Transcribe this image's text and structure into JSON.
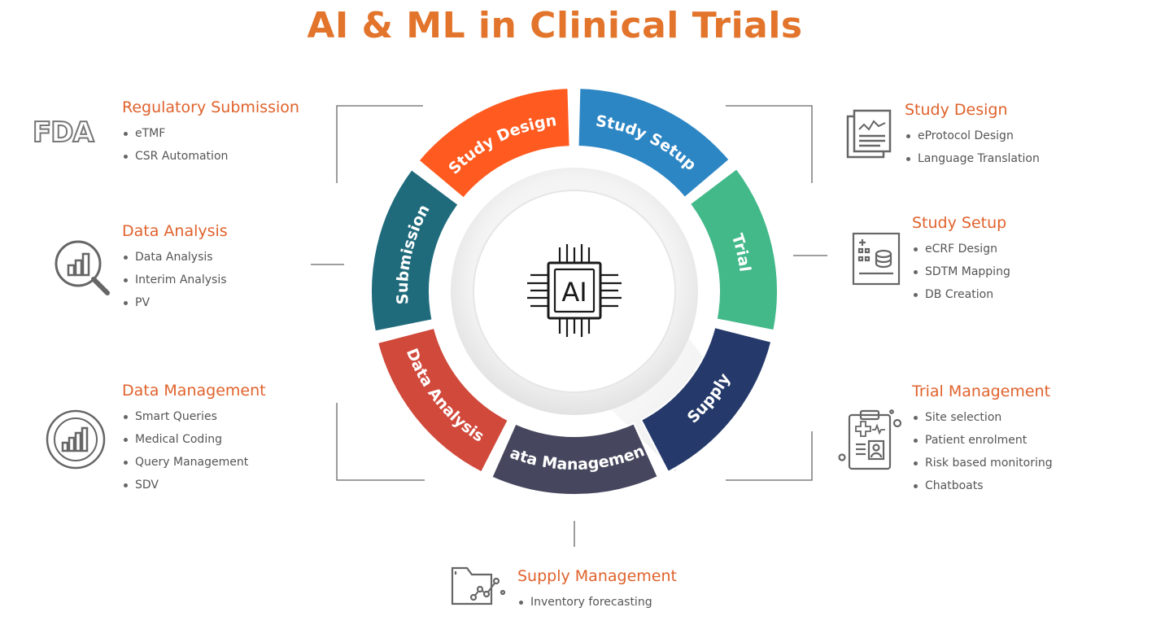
{
  "title": "AI & ML in Clinical Trials",
  "center": {
    "label": "AI",
    "icon": "ai-chip-icon"
  },
  "segments": [
    {
      "label": "Submission",
      "color": "#1f6b7c"
    },
    {
      "label": "Study Design",
      "color": "#ff5a1f"
    },
    {
      "label": "Study Setup",
      "color": "#2d86c4"
    },
    {
      "label": "Trial",
      "color": "#43b98a"
    },
    {
      "label": "Supply",
      "color": "#253a6b"
    },
    {
      "label": "Data Management",
      "color": "#46475e"
    },
    {
      "label": "Data Analysis",
      "color": "#d0493b"
    }
  ],
  "blocks": {
    "regulatory": {
      "heading": "Regulatory Submission",
      "items": [
        "eTMF",
        "CSR Automation"
      ],
      "icon": "fda-logo",
      "logo_text": "FDA"
    },
    "data_analysis": {
      "heading": "Data Analysis",
      "items": [
        "Data Analysis",
        "Interim Analysis",
        "PV"
      ],
      "icon": "magnifier-chart-icon"
    },
    "data_management": {
      "heading": "Data Management",
      "items": [
        "Smart Queries",
        "Medical Coding",
        "Query Management",
        "SDV"
      ],
      "icon": "bar-chart-circle-icon"
    },
    "study_design": {
      "heading": "Study Design",
      "items": [
        "eProtocol Design",
        "Language Translation"
      ],
      "icon": "document-icon"
    },
    "study_setup": {
      "heading": "Study Setup",
      "items": [
        "eCRF Design",
        "SDTM Mapping",
        "DB Creation"
      ],
      "icon": "database-form-icon"
    },
    "trial_management": {
      "heading": "Trial Management",
      "items": [
        "Site selection",
        "Patient enrolment",
        "Risk based monitoring",
        "Chatboats"
      ],
      "icon": "clipboard-patient-icon"
    },
    "supply_management": {
      "heading": "Supply Management",
      "items": [
        "Inventory forecasting"
      ],
      "icon": "folder-chart-icon"
    }
  },
  "colors": {
    "title": "#e2742b",
    "heading": "#e0622c",
    "connector": "#555555"
  }
}
